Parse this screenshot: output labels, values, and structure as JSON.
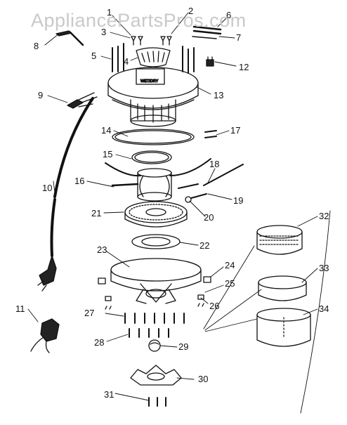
{
  "watermark": "AppliancePartsPros.com",
  "motor_label": {
    "line1": "",
    "line2": "WET/DRY"
  },
  "callouts": [
    {
      "id": "c1",
      "text": "1"
    },
    {
      "id": "c2",
      "text": "2"
    },
    {
      "id": "c3",
      "text": "3"
    },
    {
      "id": "c4",
      "text": "4"
    },
    {
      "id": "c5",
      "text": "5"
    },
    {
      "id": "c6",
      "text": "6"
    },
    {
      "id": "c7",
      "text": "7"
    },
    {
      "id": "c8",
      "text": "8"
    },
    {
      "id": "c9",
      "text": "9"
    },
    {
      "id": "c10",
      "text": "10"
    },
    {
      "id": "c11",
      "text": "11"
    },
    {
      "id": "c12",
      "text": "12"
    },
    {
      "id": "c13",
      "text": "13"
    },
    {
      "id": "c14",
      "text": "14"
    },
    {
      "id": "c15",
      "text": "15"
    },
    {
      "id": "c16",
      "text": "16"
    },
    {
      "id": "c17",
      "text": "17"
    },
    {
      "id": "c18",
      "text": "18"
    },
    {
      "id": "c19",
      "text": "19"
    },
    {
      "id": "c20",
      "text": "20"
    },
    {
      "id": "c21",
      "text": "21"
    },
    {
      "id": "c22",
      "text": "22"
    },
    {
      "id": "c23",
      "text": "23"
    },
    {
      "id": "c24",
      "text": "24"
    },
    {
      "id": "c25",
      "text": "25"
    },
    {
      "id": "c26",
      "text": "26"
    },
    {
      "id": "c27",
      "text": "27"
    },
    {
      "id": "c28",
      "text": "28"
    },
    {
      "id": "c29",
      "text": "29"
    },
    {
      "id": "c30",
      "text": "30"
    },
    {
      "id": "c31",
      "text": "31"
    },
    {
      "id": "c32",
      "text": "32"
    },
    {
      "id": "c33",
      "text": "33"
    },
    {
      "id": "c34",
      "text": "34"
    }
  ]
}
